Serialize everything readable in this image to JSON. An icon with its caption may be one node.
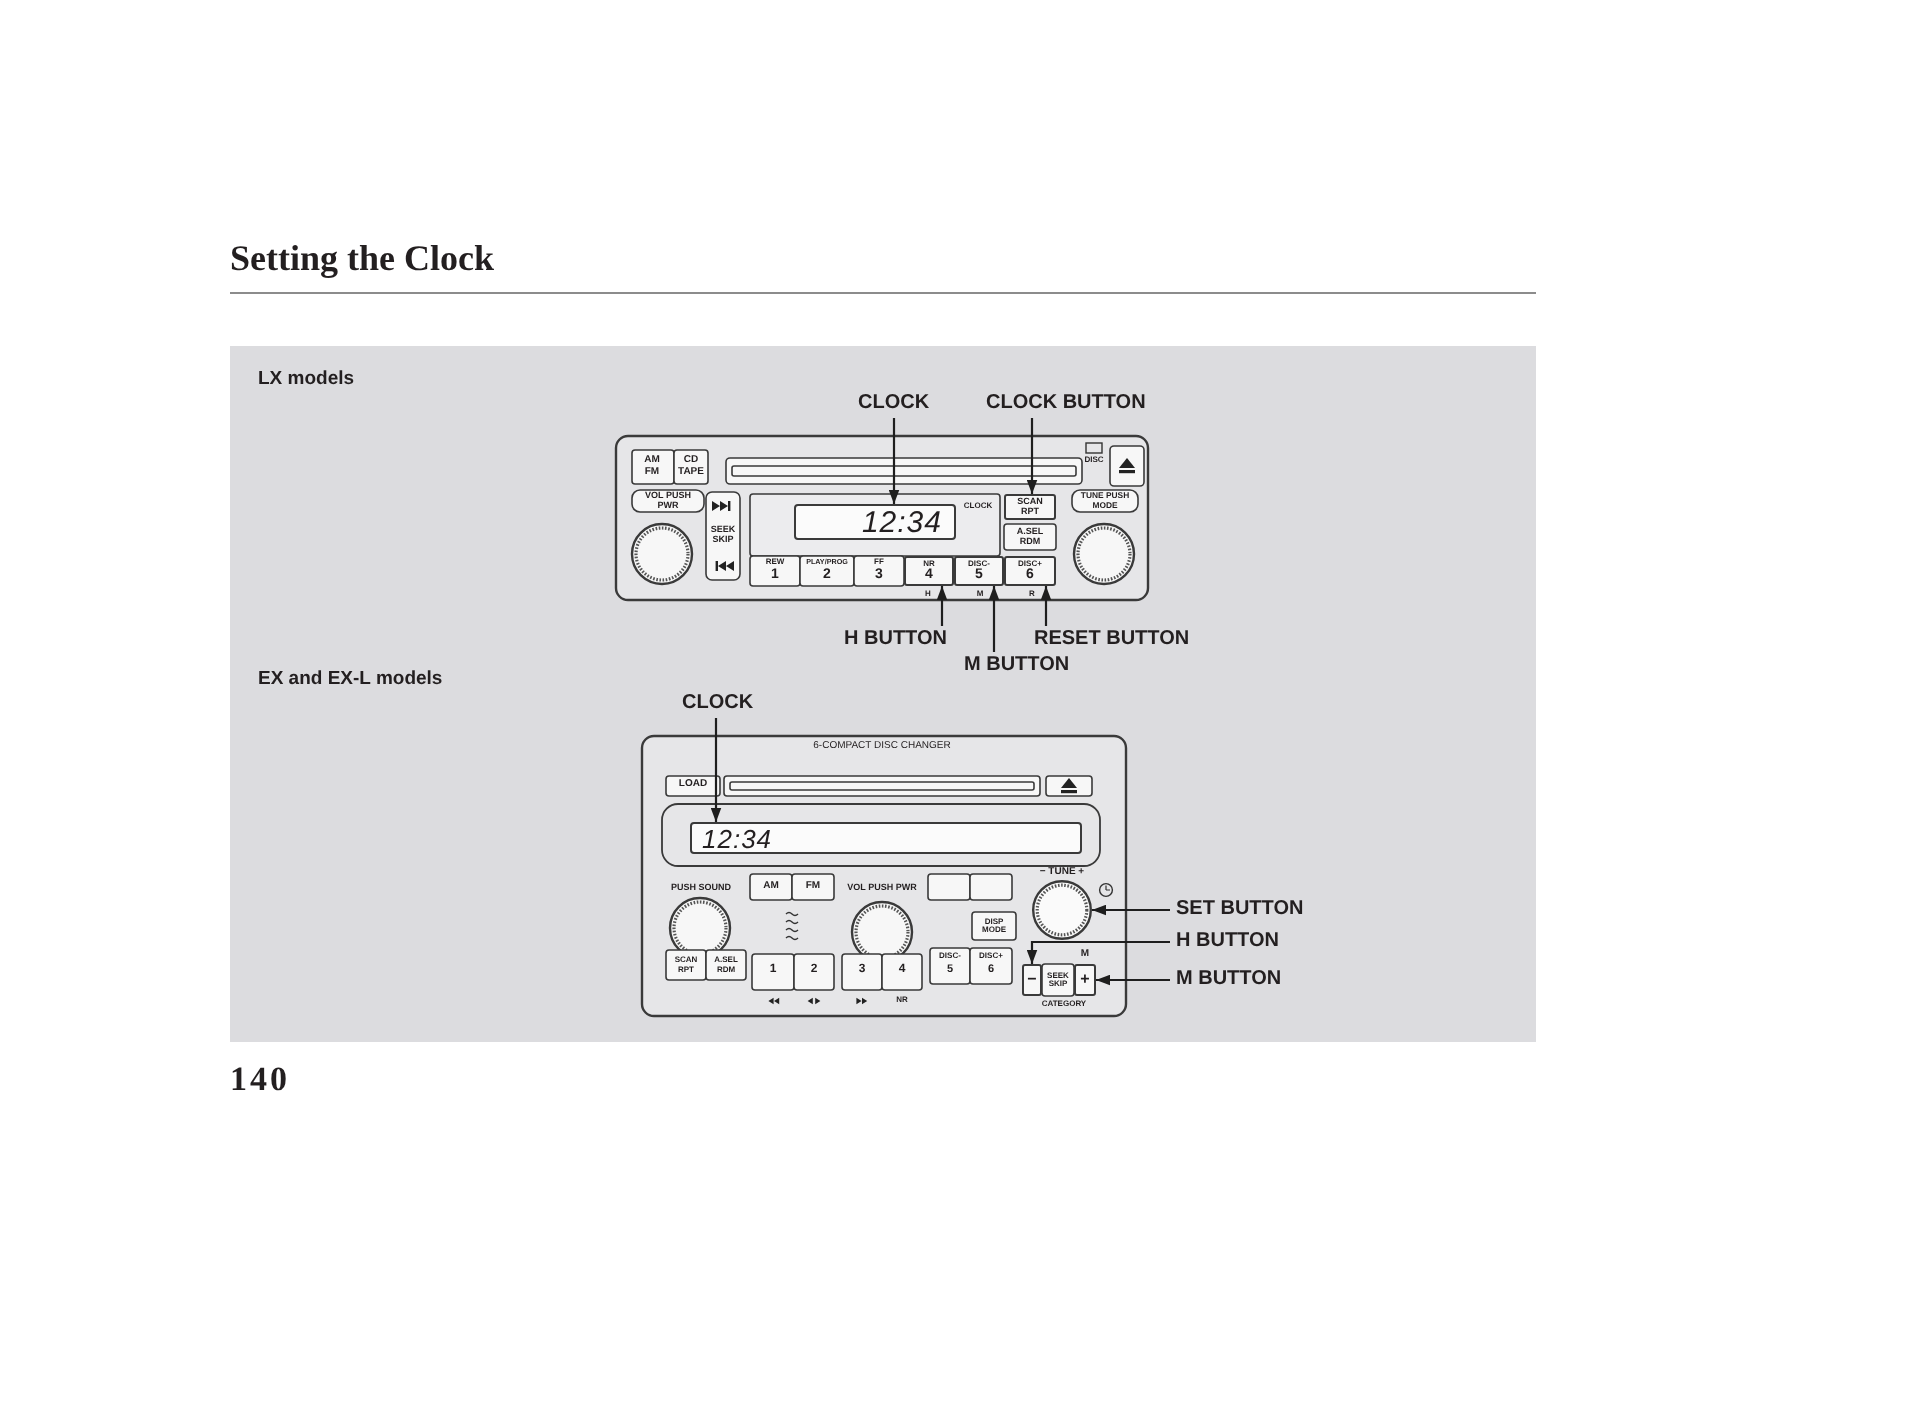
{
  "diagram": {
    "title": "Setting the Clock",
    "nodes": [
      {
        "text": [
          "CLOCK"
        ]
      },
      {
        "text": [
          "CLOCK BUTTON"
        ]
      },
      {
        "text": [
          "12:34"
        ]
      },
      {
        "text": [
          "SCAN RPT"
        ]
      },
      {
        "text": [
          "NR",
          "4"
        ],
        "beside": [
          "H"
        ]
      },
      {
        "text": [
          "DISC-",
          "5"
        ],
        "beside": [
          "M"
        ]
      },
      {
        "text": [
          "DISC+",
          "6"
        ],
        "beside": [
          "R"
        ]
      },
      {
        "text": [
          "H BUTTON"
        ]
      },
      {
        "text": [
          "RESET BUTTON"
        ]
      },
      {
        "text": [
          "M BUTTON"
        ]
      },
      {
        "text": [
          "CLOCK"
        ]
      },
      {
        "text": [
          "12:34"
        ]
      },
      {
        "text": [],
        "shape": "circle"
      },
      {
        "text": [
          "SET BUTTON"
        ]
      },
      {
        "text": [
          "−"
        ]
      },
      {
        "text": [
          "H BUTTON"
        ]
      },
      {
        "text": [
          "+"
        ],
        "beside": [
          "M"
        ]
      },
      {
        "text": [
          "M BUTTON"
        ]
      }
    ],
    "edges": [
      {
        "from": 0,
        "to": 2,
        "arrow": "to"
      },
      {
        "from": 1,
        "to": 3,
        "arrow": "to"
      },
      {
        "from": 7,
        "to": 4,
        "arrow": "to"
      },
      {
        "from": 9,
        "to": 5,
        "arrow": "to"
      },
      {
        "from": 8,
        "to": 6,
        "arrow": "to"
      },
      {
        "from": 10,
        "to": 11,
        "arrow": "to"
      },
      {
        "from": 13,
        "to": 12,
        "arrow": "to"
      },
      {
        "from": 15,
        "to": 14,
        "arrow": "to"
      },
      {
        "from": 17,
        "to": 16,
        "arrow": "to"
      }
    ],
    "labels": [
      "LX models",
      "AM FM",
      "CD TAPE",
      "DISC",
      "VOL PUSH PWR",
      "TUNE PUSH MODE",
      "SEEK SKIP",
      "CLOCK",
      "A.SEL RDM",
      "REW",
      "1",
      "PLAY/PROG",
      "2",
      "FF",
      "3",
      "EX and EX-L models",
      "6-COMPACT DISC CHANGER",
      "LOAD",
      "PUSH SOUND",
      "AM",
      "FM",
      "VOL PUSH PWR",
      "− TUNE +",
      "DISP MODE",
      "SCAN RPT",
      "A.SEL RDM",
      "1",
      "2",
      "3",
      "4",
      "DISC-",
      "5",
      "DISC+",
      "6",
      "SEEK SKIP",
      "NR",
      "CATEGORY",
      "140"
    ]
  }
}
